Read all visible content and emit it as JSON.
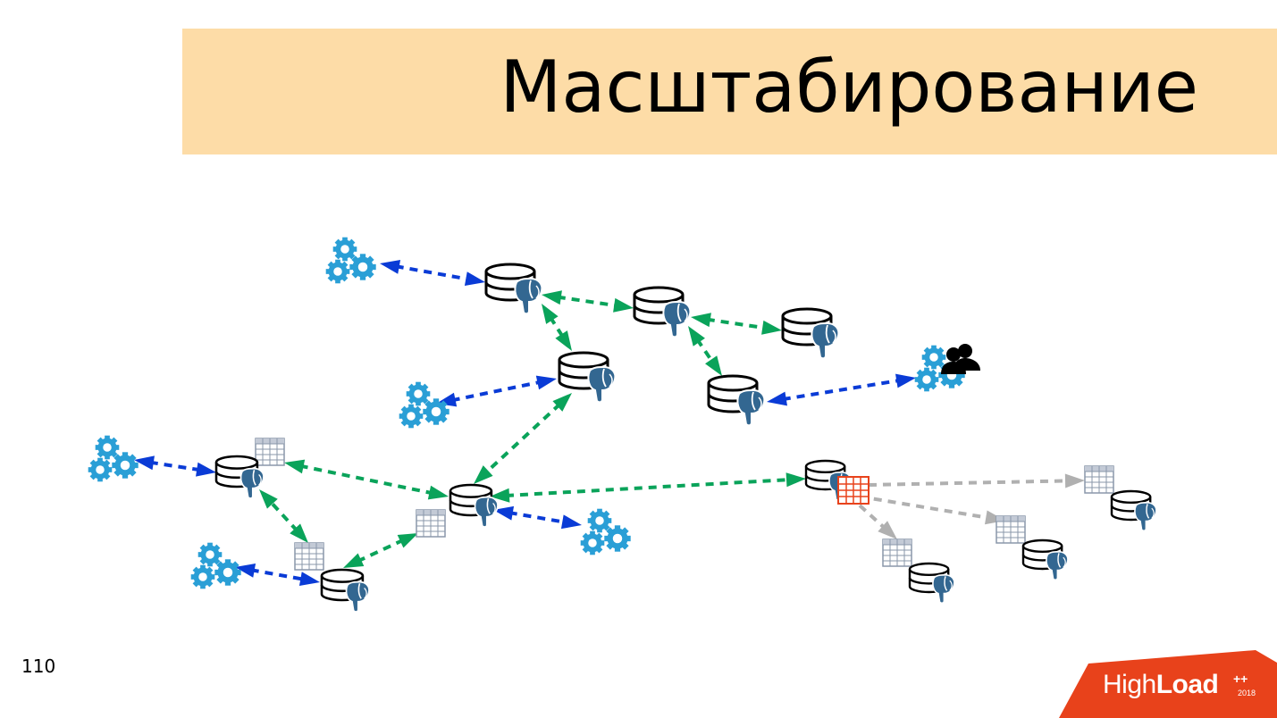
{
  "slide": {
    "title": "Масштабирование",
    "page_number": "110"
  },
  "logo": {
    "text_light": "High",
    "text_bold": "Load",
    "superscript": "++",
    "year": "2018"
  },
  "colors": {
    "title_band": "#fddca7",
    "blue_link": "#0a3bd6",
    "green_link": "#0aa35a",
    "gray_link": "#b0b0b0",
    "gear": "#2a9fd6",
    "elephant": "#336791",
    "logo_red": "#e8421b",
    "shard_table_red": "#e8421b"
  },
  "diagram": {
    "nodes": [
      {
        "id": "app1",
        "kind": "app-gears-icon"
      },
      {
        "id": "app2",
        "kind": "app-gears-icon"
      },
      {
        "id": "app3",
        "kind": "app-gears-icon"
      },
      {
        "id": "app4",
        "kind": "app-gears-icon"
      },
      {
        "id": "app5",
        "kind": "app-gears-icon"
      },
      {
        "id": "app6",
        "kind": "app-gears-users-icon"
      },
      {
        "id": "app7",
        "kind": "app-gears-icon"
      },
      {
        "id": "db1",
        "kind": "postgres-db-icon"
      },
      {
        "id": "db2",
        "kind": "postgres-db-icon"
      },
      {
        "id": "db3",
        "kind": "postgres-db-icon"
      },
      {
        "id": "db4",
        "kind": "postgres-db-icon"
      },
      {
        "id": "db5",
        "kind": "postgres-db-icon"
      },
      {
        "id": "db6",
        "kind": "postgres-db-icon",
        "table": "table-icon"
      },
      {
        "id": "db7",
        "kind": "postgres-db-icon",
        "table": "table-icon"
      },
      {
        "id": "db8",
        "kind": "postgres-db-icon",
        "table": "table-icon"
      },
      {
        "id": "db9",
        "kind": "postgres-db-icon",
        "table": "sharded-table-icon"
      },
      {
        "id": "db10",
        "kind": "postgres-db-icon",
        "table": "table-icon"
      },
      {
        "id": "db11",
        "kind": "postgres-db-icon",
        "table": "table-icon"
      },
      {
        "id": "db12",
        "kind": "postgres-db-icon",
        "table": "table-icon"
      }
    ],
    "edges": [
      {
        "from": "app1",
        "to": "db1",
        "style": "blue"
      },
      {
        "from": "db1",
        "to": "db2",
        "style": "green"
      },
      {
        "from": "db2",
        "to": "db3",
        "style": "green"
      },
      {
        "from": "db1",
        "to": "db4",
        "style": "green"
      },
      {
        "from": "db2",
        "to": "db5",
        "style": "green"
      },
      {
        "from": "app2",
        "to": "db4",
        "style": "blue"
      },
      {
        "from": "db5",
        "to": "app6",
        "style": "blue"
      },
      {
        "from": "db4",
        "to": "db7",
        "style": "green"
      },
      {
        "from": "app3",
        "to": "db6",
        "style": "blue"
      },
      {
        "from": "db6",
        "to": "db7",
        "style": "green"
      },
      {
        "from": "db7",
        "to": "db9",
        "style": "green"
      },
      {
        "from": "db7",
        "to": "app5",
        "style": "blue"
      },
      {
        "from": "db7",
        "to": "db8",
        "style": "green"
      },
      {
        "from": "db8",
        "to": "db6",
        "style": "green"
      },
      {
        "from": "app4",
        "to": "db8",
        "style": "blue"
      },
      {
        "from": "db9",
        "to": "db10",
        "style": "gray"
      },
      {
        "from": "db9",
        "to": "db11",
        "style": "gray"
      },
      {
        "from": "db9",
        "to": "db12",
        "style": "gray"
      }
    ]
  }
}
